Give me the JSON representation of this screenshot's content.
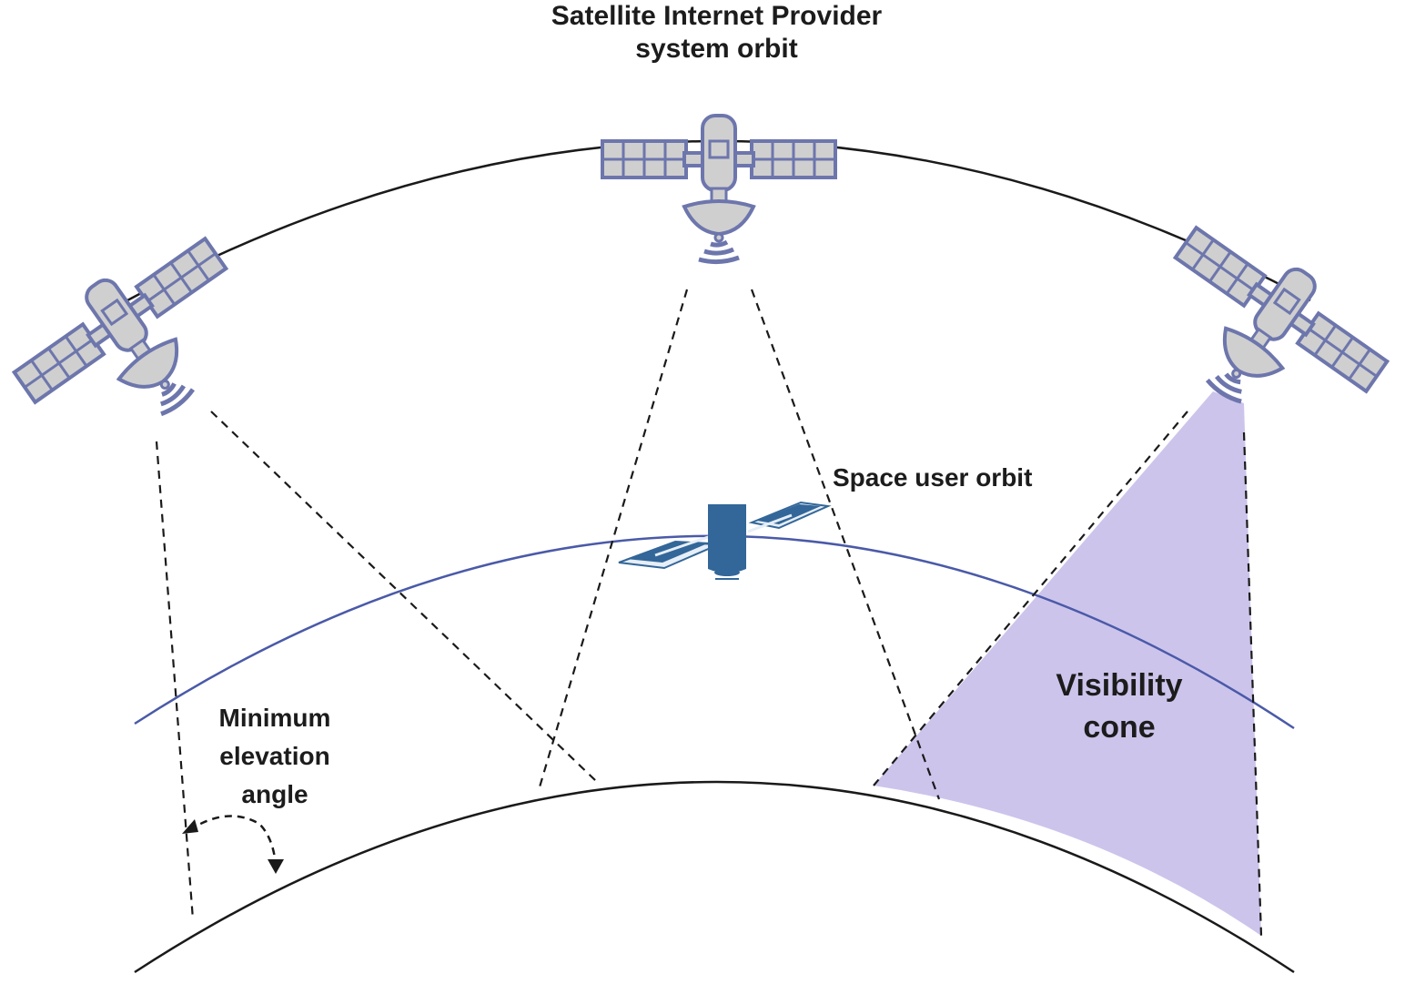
{
  "title": {
    "line1": "Satellite Internet Provider",
    "line2": "system orbit"
  },
  "labels": {
    "space_user_orbit": "Space user orbit",
    "visibility_cone": [
      "Visibility",
      "cone"
    ],
    "min_elevation": [
      "Minimum",
      "elevation",
      "angle"
    ]
  },
  "colors": {
    "orbit_outer": "#1a1a1a",
    "orbit_user": "#4a5aa8",
    "earth": "#1a1a1a",
    "visibility_cone": "#cdc4ec",
    "satellite_fill": "#cfcfcf",
    "satellite_stroke": "#6d76ac",
    "space_user": "#336699",
    "dashed_line": "#1a1a1a"
  },
  "icons": {
    "provider_satellite": "satellite-icon",
    "space_user": "space-user-satellite-icon",
    "elevation_arrow": "curved-double-arrow-icon"
  }
}
